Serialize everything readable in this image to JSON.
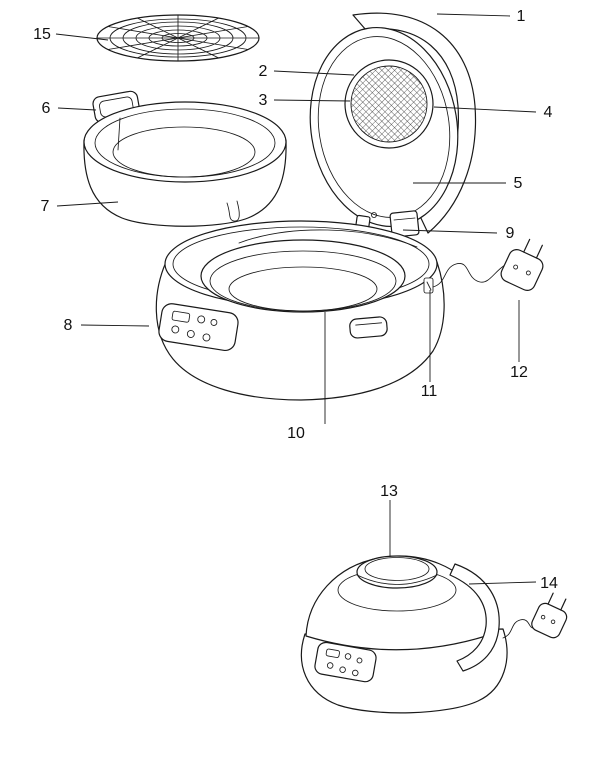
{
  "page": {
    "background": "#ffffff",
    "ink": "#1a1a1a",
    "kind": "appliance exploded parts diagram"
  },
  "diagram": {
    "labels": {
      "p1": "1",
      "p2": "2",
      "p3": "3",
      "p4": "4",
      "p5": "5",
      "p6": "6",
      "p7": "7",
      "p8": "8",
      "p9": "9",
      "p10": "10",
      "p11": "11",
      "p12": "12",
      "p13": "13",
      "p14": "14",
      "p15": "15"
    }
  }
}
